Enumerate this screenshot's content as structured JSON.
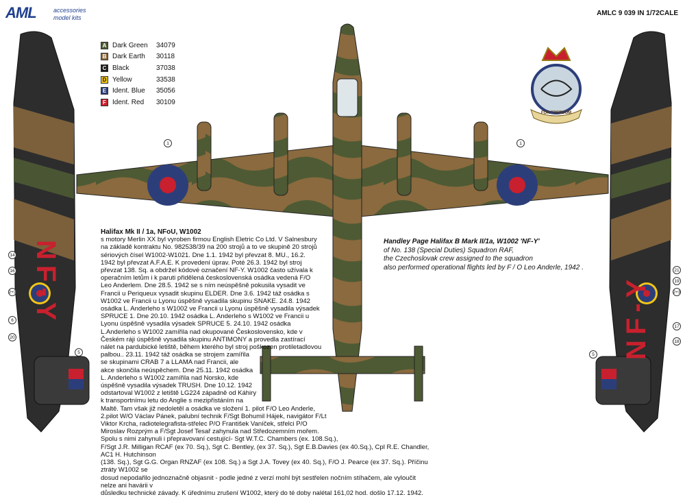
{
  "brand": {
    "logo_text": "AML",
    "tagline_line1": "accessories",
    "tagline_line2": "model kits"
  },
  "catalog_number": "AMLC 9 039 IN 1/72CALE",
  "legend": [
    {
      "letter": "A",
      "name": "Dark Green",
      "code": "34079",
      "color": "#4e5a34"
    },
    {
      "letter": "B",
      "name": "Dark Earth",
      "code": "30118",
      "color": "#8a6a3e"
    },
    {
      "letter": "C",
      "name": "Black",
      "code": "37038",
      "color": "#1a1a1a"
    },
    {
      "letter": "D",
      "name": "Yellow",
      "code": "33538",
      "color": "#f2c618"
    },
    {
      "letter": "E",
      "name": "Ident. Blue",
      "code": "35056",
      "color": "#2c3e7a"
    },
    {
      "letter": "F",
      "name": "Ident. Red",
      "code": "30109",
      "color": "#c8202e"
    }
  ],
  "badge": {
    "motto": "FOR FREEDOM"
  },
  "codes": {
    "left_side": "NF-Y",
    "right_side": "NF-Y"
  },
  "callouts": {
    "left": [
      "14",
      "16",
      "2+3",
      "6",
      "20",
      "5"
    ],
    "right": [
      "21",
      "19",
      "2+3",
      "17",
      "18",
      "5"
    ],
    "top": [
      "1",
      "1"
    ]
  },
  "story": {
    "title": "Halifax Mk II / 1a, NFoU, W1002",
    "lines": [
      "s motory Merlin XX byl vyroben firmou English Eletric Co Ltd. V Salnesbury",
      "na základě kontraktu No. 982538/39 na 200 strojů a to ve skupině 20 strojů",
      "sériových čísel W1002-W1021. Dne 1.1. 1942  byl převzat 8. MU., 16.2.",
      "1942 byl převzat A.F.A.E. K provedení úprav. Poté 26.3. 1942 byl stroj",
      "převzat  138. Sq. a obdržel kódové označení NF-Y.  W1002 často užívala k",
      "operačním letům i k paruti přidělená československá osádka vedená F/O",
      "Leo Anderlem. Dne 28.5. 1942  se s ním neúspěšně pokusila vysadit ve",
      "Francii u Periqueux vysadit skupinu ELDER. Dne 3.6. 1942 táž osádka s",
      "W1002 ve Francii u Lyonu úspěšně vysadila skupinu SNAKE. 24.8. 1942",
      "osádka L. Anderleho s W1002 ve Francii u Lyonu úspěšně vysadila výsadek",
      "SPRUCE 1. Dne 20.10. 1942 osádka L. Anderleho s W1002 ve Francii u",
      "Lyonu úspěšně vysadila  výsadek SPRUCE 5.  24.10. 1942  osádka",
      "L.Anderleho s W1002 zamířila nad okupované Československo, kde v",
      "Českém ráji úspěšně vysadila skupinu ANTIMONY a  provedla zastírací",
      "nálet na pardubické letiště, během kterého  byl stroj poškozen protiletadlovou",
      "palbou.. 23.11. 1942 táž osádka se strojem zamířila",
      "se  skupinami CRAB 7 a LLAMA nad Francii, ale",
      "akce skončila neúspěchem. Dne 25.11. 1942 osádka",
      "L. Anderleho s W1002 zamířila nad Norsko, kde",
      "úspěšně vysadila výsadek  TRUSH. Dne 10.12. 1942",
      "odstartoval W1002 z letiště LG224 západně od Káhiry",
      "k transportnímu letu do Anglie s mezipřistáním na",
      "Maltě. Tam však již nedoletěl a osádka ve složení 1. pilot F/O Leo Anderle,",
      "2.pilot W/O Václav Pánek, palubní technik F/Sgt Bohumil Hájek, navigátor F/Lt",
      "Viktor Krcha, radiotelegrafista-střelec P/O František Vaníček, střelci P/O",
      "Miroslav Rozprým a  F/Sgt Josef Tesař zahynula nad Středozemním mořem.",
      "Spolu s nimi  zahynuli i přepravovaní cestující- Sgt W.T.C. Chambers (ex. 108.Sq.),",
      "F/Sgt J.R. Milligan  RCAF (ex 70. Sq.), Sgt C. Bentley, (ex 37. Sq.), Sgt E.B.Davies (ex 40.Sq.), Cpl R.E. Chandler,  AC1 H. Hutchinson",
      "(138. Sq.), Sgt G.G. Organ RNZAF (ex 108. Sq.) a Sgt J.A. Tovey (ex 40. Sq.), F/O J. Pearce (ex 37. Sq.). Příčinu ztráty W1002 se",
      "dosud nepodařilo jednoznačně objasnit - podle jedné z verzí mohl být sestřelen nočním stíhačem, ale vyloučit nelze ani havárii v",
      "důsledku technické závady. K úřednímu zrušení   W1002, který do té doby nalétal 161,02 hod. došlo 17.12. 1942."
    ]
  },
  "caption": {
    "title": "Handley Page Halifax B Mark II/1a, W1002 'NF-Y'",
    "lines": [
      "of No. 138 (Special Duties) Squadron RAF,",
      "the Czechoslovak crew assigned to the squadron",
      "also performed  operational flights  led by F / O Leo Anderle, 1942 ."
    ]
  }
}
